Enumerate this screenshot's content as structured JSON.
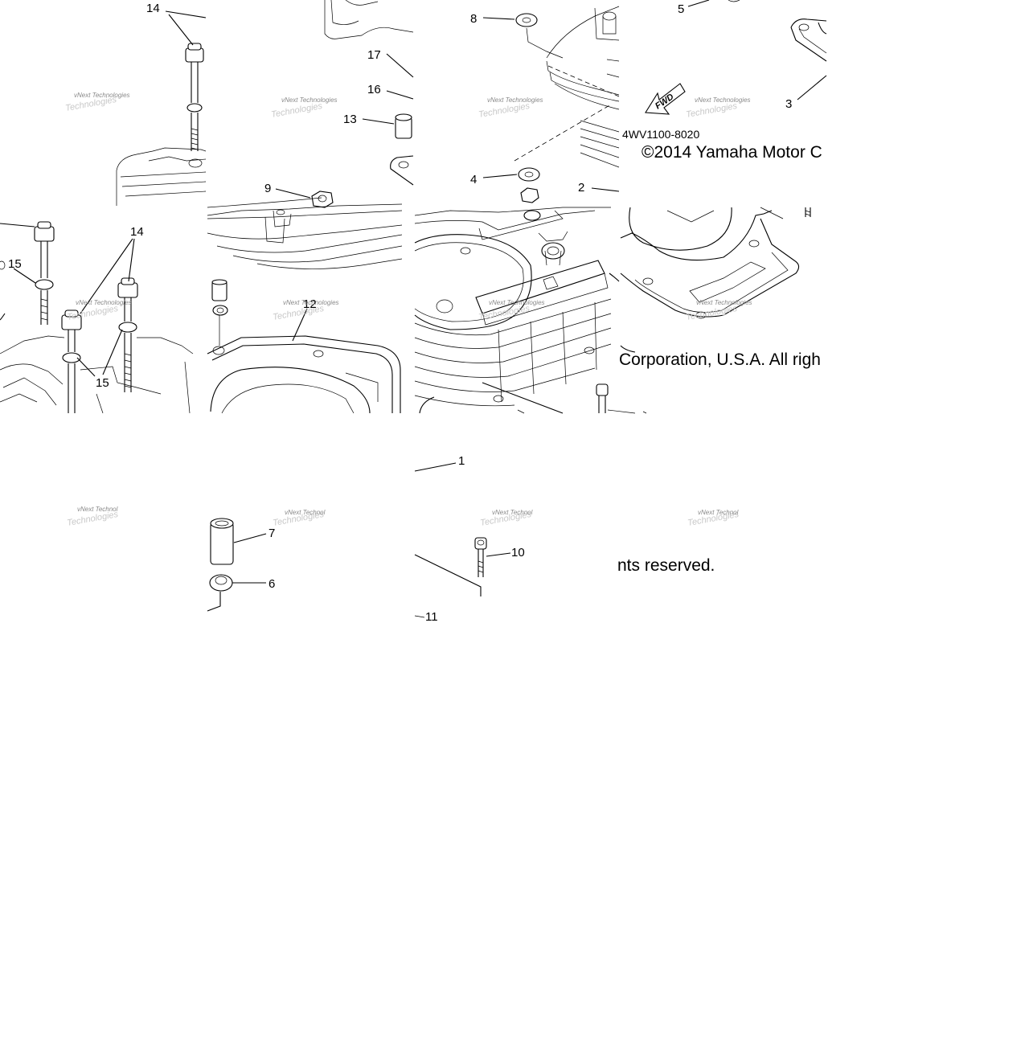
{
  "diagram": {
    "part_code": "4WV1100-8020",
    "copyright_line1": "©2014 Yamaha Motor C",
    "copyright_line2": "Corporation, U.S.A. All righ",
    "copyright_line3": "nts reserved.",
    "fwd_label": "FWD",
    "watermark_line1": "vNext Technologies",
    "watermark_line2": "Technologies",
    "watermark_partial": "vNext Technol",
    "callouts": {
      "c1": "1",
      "c2": "2",
      "c3": "3",
      "c4": "4",
      "c5": "5",
      "c6": "6",
      "c7": "7",
      "c8": "8",
      "c9": "9",
      "c10": "10",
      "c11": "11",
      "c12": "12",
      "c13": "13",
      "c14a": "14",
      "c14b": "14",
      "c15a": "15",
      "c15b": "15",
      "c16": "16",
      "c17": "17"
    }
  }
}
